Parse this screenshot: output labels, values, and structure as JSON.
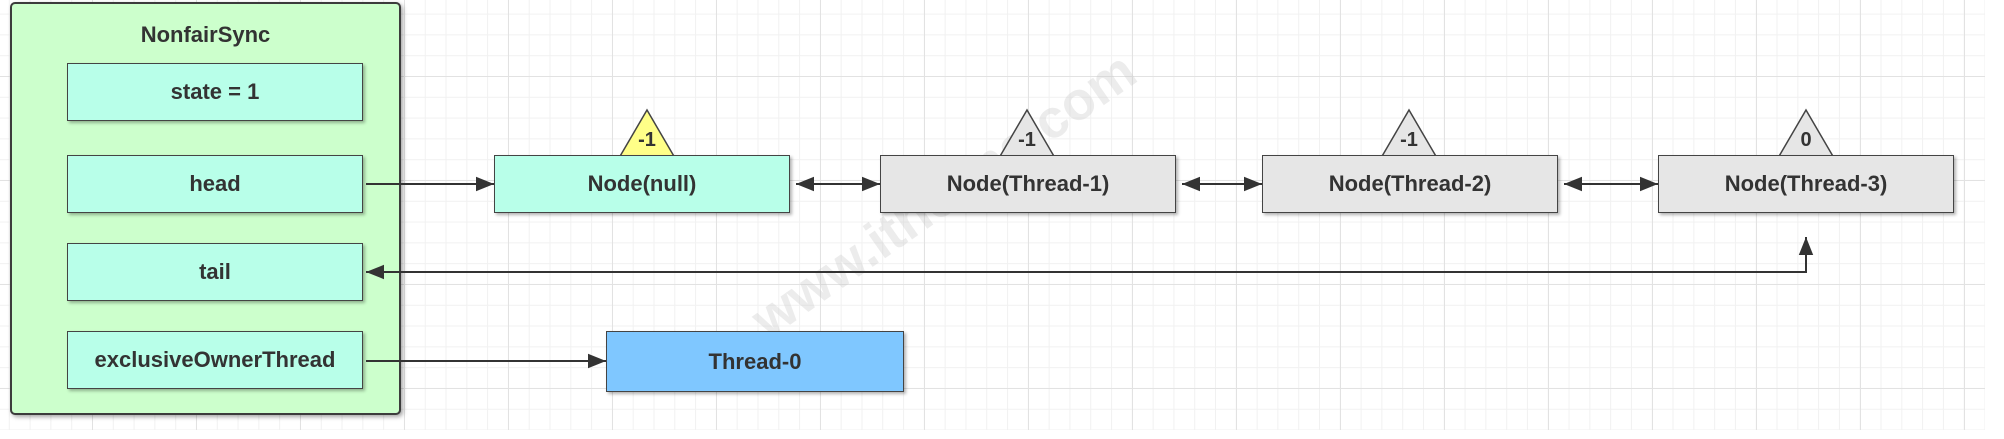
{
  "sync": {
    "title": "NonfairSync",
    "fields": {
      "state": "state = 1",
      "head": "head",
      "tail": "tail",
      "owner": "exclusiveOwnerThread"
    }
  },
  "nodes": [
    {
      "label": "Node(null)",
      "wait_status": "-1"
    },
    {
      "label": "Node(Thread-1)",
      "wait_status": "-1"
    },
    {
      "label": "Node(Thread-2)",
      "wait_status": "-1"
    },
    {
      "label": "Node(Thread-3)",
      "wait_status": "0"
    }
  ],
  "owner_thread": {
    "label": "Thread-0"
  },
  "watermark": {
    "text": "www.itheima.com"
  },
  "colors": {
    "container_fill": "#ccffcc",
    "field_fill": "#b8ffe9",
    "node_gray_fill": "#e6e6e6",
    "thread_fill": "#7fc7ff",
    "status_yellow": "#ffff88",
    "status_gray": "#e6e6e6",
    "line": "#333333"
  }
}
